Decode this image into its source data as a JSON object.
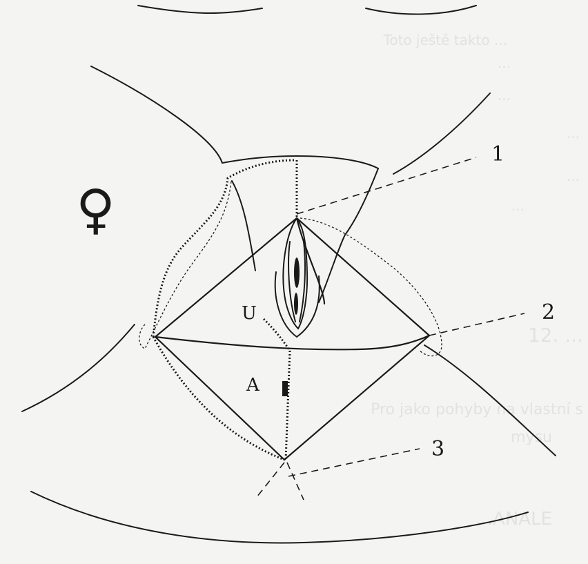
{
  "labels": {
    "line_1": "1",
    "line_2": "2",
    "line_3": "3",
    "u": "U",
    "a": "A",
    "female_symbol": "♀"
  },
  "show_through_text": [
    "Toto ještě takto ...",
    "...",
    "...",
    "...",
    "...",
    "...",
    "12. ...",
    "Pro jako pohyby na vlastní s",
    "mysu",
    "...ANALE"
  ],
  "colors": {
    "ink": "#1a1a1a",
    "paper": "#f4f4f2",
    "show_through": "#e2e2de"
  }
}
